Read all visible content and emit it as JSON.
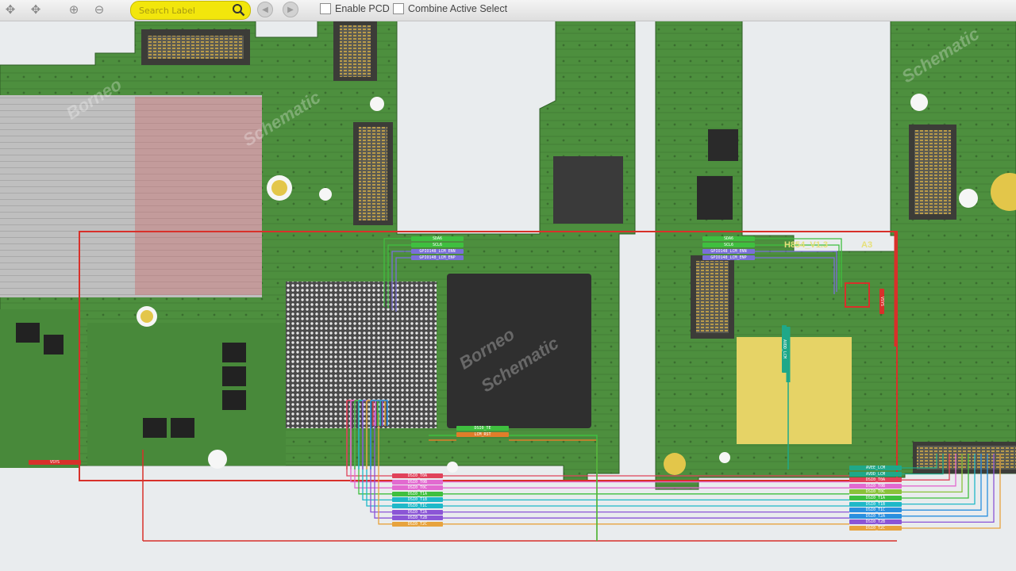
{
  "toolbar": {
    "search_placeholder": "Search Label",
    "enable_pcd_label": "Enable PCD",
    "combine_select_label": "Combine Active Select"
  },
  "board": {
    "left_label": "",
    "right_label": "H854_V1.3",
    "right_suffix": "A3",
    "watermark_line1": "Borneo",
    "watermark_line2": "Schematic",
    "vertical_text_1": "AVEE_LCM",
    "vertical_text_2": "VSYS"
  },
  "nets_top_left": [
    {
      "label": "SDA6",
      "color": "#3fbf3f"
    },
    {
      "label": "SCL6",
      "color": "#3fbf3f"
    },
    {
      "label": "GPIO148_LCM_ENN",
      "color": "#7a6fd8"
    },
    {
      "label": "GPIO148_LCM_ENP",
      "color": "#7a6fd8"
    }
  ],
  "nets_top_right": [
    {
      "label": "SDA6",
      "color": "#3fbf3f"
    },
    {
      "label": "SCL6",
      "color": "#3fbf3f"
    },
    {
      "label": "GPIO148_LCM_ENN",
      "color": "#7a6fd8"
    },
    {
      "label": "GPIO148_LCM_ENP",
      "color": "#7a6fd8"
    }
  ],
  "nets_bottom_mid": [
    {
      "label": "DSI0_TE",
      "color": "#3fbf3f"
    },
    {
      "label": "LCM_RST",
      "color": "#e07d2a"
    }
  ],
  "nets_left_bottom": [
    {
      "label": "DSI0_T0A",
      "color": "#e0425a"
    },
    {
      "label": "DSI0_T0B",
      "color": "#e26ad0"
    },
    {
      "label": "DSI0_T0C",
      "color": "#e26ad0"
    },
    {
      "label": "DSI0_T1A",
      "color": "#3fbf3f"
    },
    {
      "label": "DSI0_T1B",
      "color": "#1fb8c8"
    },
    {
      "label": "DSI0_T1C",
      "color": "#1fb8c8"
    },
    {
      "label": "DSI0_T2A",
      "color": "#8b55d6"
    },
    {
      "label": "DSI0_T2B",
      "color": "#8b55d6"
    },
    {
      "label": "DSI0_T2C",
      "color": "#e7a33e"
    }
  ],
  "nets_right_bottom": [
    {
      "label": "AVEE_LCM",
      "color": "#1fa889"
    },
    {
      "label": "AVDD_LCM",
      "color": "#1fa889"
    },
    {
      "label": "DSI0_T0A",
      "color": "#e0425a"
    },
    {
      "label": "DSI0_T0B",
      "color": "#e26ad0"
    },
    {
      "label": "DSI0_T0C",
      "color": "#8ac23a"
    },
    {
      "label": "DSI0_T1A",
      "color": "#3fbf3f"
    },
    {
      "label": "DSI0_T1B",
      "color": "#1fb8c8"
    },
    {
      "label": "DSI0_T1C",
      "color": "#2a8fdf"
    },
    {
      "label": "DSI0_T2A",
      "color": "#2a8fdf"
    },
    {
      "label": "DSI0_T2B",
      "color": "#8b55d6"
    },
    {
      "label": "DSI0_T2C",
      "color": "#e7a33e"
    }
  ],
  "net_misc": {
    "vsys_left": "VSYS",
    "vsys_right": "VSYS",
    "avdd_vertical": "AVDD_LCM"
  },
  "colors": {
    "pcb_green": "#4d8f3e",
    "pcb_dark": "#3b7431",
    "highlight_red": "#d8302a",
    "search_yellow": "#f2e60c"
  }
}
